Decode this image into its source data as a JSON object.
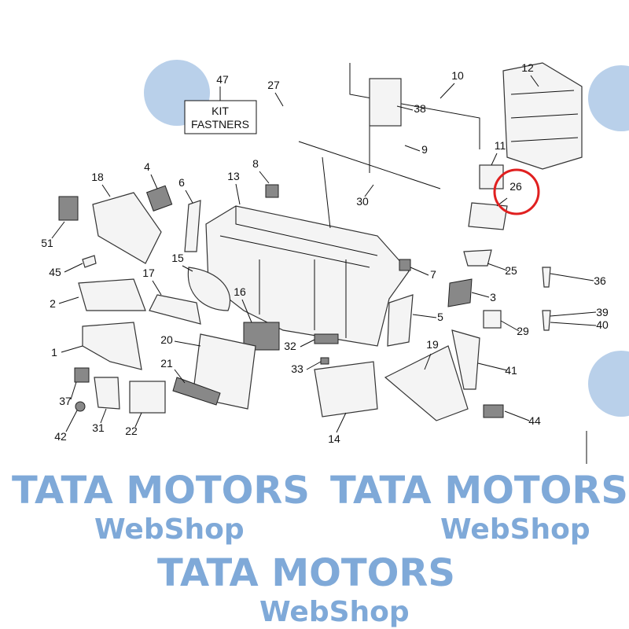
{
  "watermark": {
    "brand": "TATA MOTORS",
    "sub": "WebShop",
    "color": "#7fa9d8"
  },
  "kit_box": {
    "number": "47",
    "line1": "KIT",
    "line2": "FASTNERS"
  },
  "highlight": {
    "number": "26",
    "color": "#e02020"
  },
  "labels": [
    "27",
    "10",
    "12",
    "38",
    "9",
    "11",
    "8",
    "4",
    "18",
    "13",
    "6",
    "30",
    "51",
    "45",
    "15",
    "17",
    "25",
    "7",
    "36",
    "2",
    "16",
    "3",
    "39",
    "40",
    "5",
    "29",
    "1",
    "20",
    "32",
    "19",
    "21",
    "41",
    "33",
    "37",
    "22",
    "31",
    "42",
    "14",
    "44"
  ]
}
